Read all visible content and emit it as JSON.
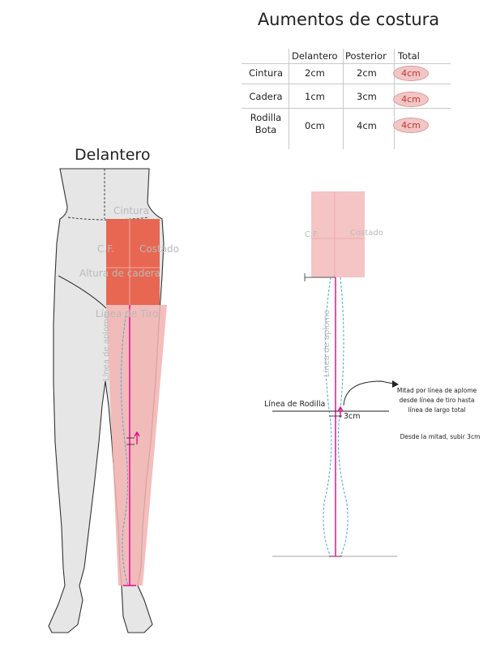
{
  "title": "Aumentos de costura",
  "table": {
    "headers": [
      "Delantero",
      "Posterior",
      "Total"
    ],
    "rows": [
      {
        "label": "Cintura",
        "delantero": "2cm",
        "posterior": "2cm",
        "total": "4cm"
      },
      {
        "label": "Cadera",
        "delantero": "1cm",
        "posterior": "3cm",
        "total": "4cm"
      },
      {
        "label_line1": "Rodilla",
        "label_line2": "Bota",
        "delantero": "0cm",
        "posterior": "4cm",
        "total": "4cm"
      }
    ]
  },
  "front": {
    "title": "Delantero",
    "labels": {
      "cintura": "Cintura",
      "cf": "C.F.",
      "costado": "Costado",
      "altura_cadera": "Altura de cadera",
      "linea_tiro": "Línea de Tiro",
      "linea_aplome": "Línea de aplome"
    }
  },
  "detail": {
    "cf": "C.F.",
    "costado": "Costado",
    "linea_aplome": "Línea de aplome",
    "linea_rodilla": "Línea de Rodilla",
    "measure": "3cm",
    "note1_line1": "Mitad por línea de aplome",
    "note1_line2": "desde línea de tiro hasta",
    "note1_line3": "línea de largo total",
    "note2": "Desde la mitad, subir 3cm"
  },
  "colors": {
    "accent": "#e6008a",
    "hip_block": "#e8604a",
    "leg_fill": "#f2b3b0",
    "body_gray": "#e6e6e6",
    "dashed_blue": "#4aa3df",
    "pill": "#f3c6c6"
  }
}
